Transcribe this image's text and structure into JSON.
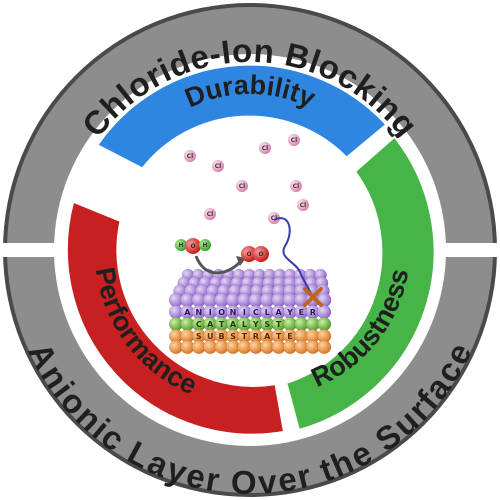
{
  "outer_ring": {
    "top_text": "Chloride-Ion Blocking",
    "bottom_text": "Anionic Layer Over the Surface"
  },
  "segments": {
    "top": "Durability",
    "left": "Performance",
    "right": "Robustness"
  },
  "colors": {
    "outer_ring": "#8d8d8d",
    "outer_ring_border": "#4a4a4a",
    "durability": "#2f86e0",
    "performance": "#c62020",
    "robustness": "#46b446",
    "ion": "#e9a6c8",
    "sphere_top": "#b48be0",
    "layer_catalyst": "#79c843",
    "layer_substrate": "#f39a3a"
  },
  "ions": {
    "chloride": "Cl",
    "chloride_labels": [
      "Cl",
      "Cl",
      "Cl",
      "Cl",
      "Cl",
      "Cl",
      "Cl",
      "Cl",
      "Cl"
    ],
    "water_oxygen": "O",
    "water_h1": "H",
    "water_h2": "H",
    "product": "O",
    "product_2": "O"
  },
  "layers": {
    "anionic": "ANIONICLAYER",
    "catalyst": "CATALYST",
    "substrate": "SUBSTRATE"
  }
}
